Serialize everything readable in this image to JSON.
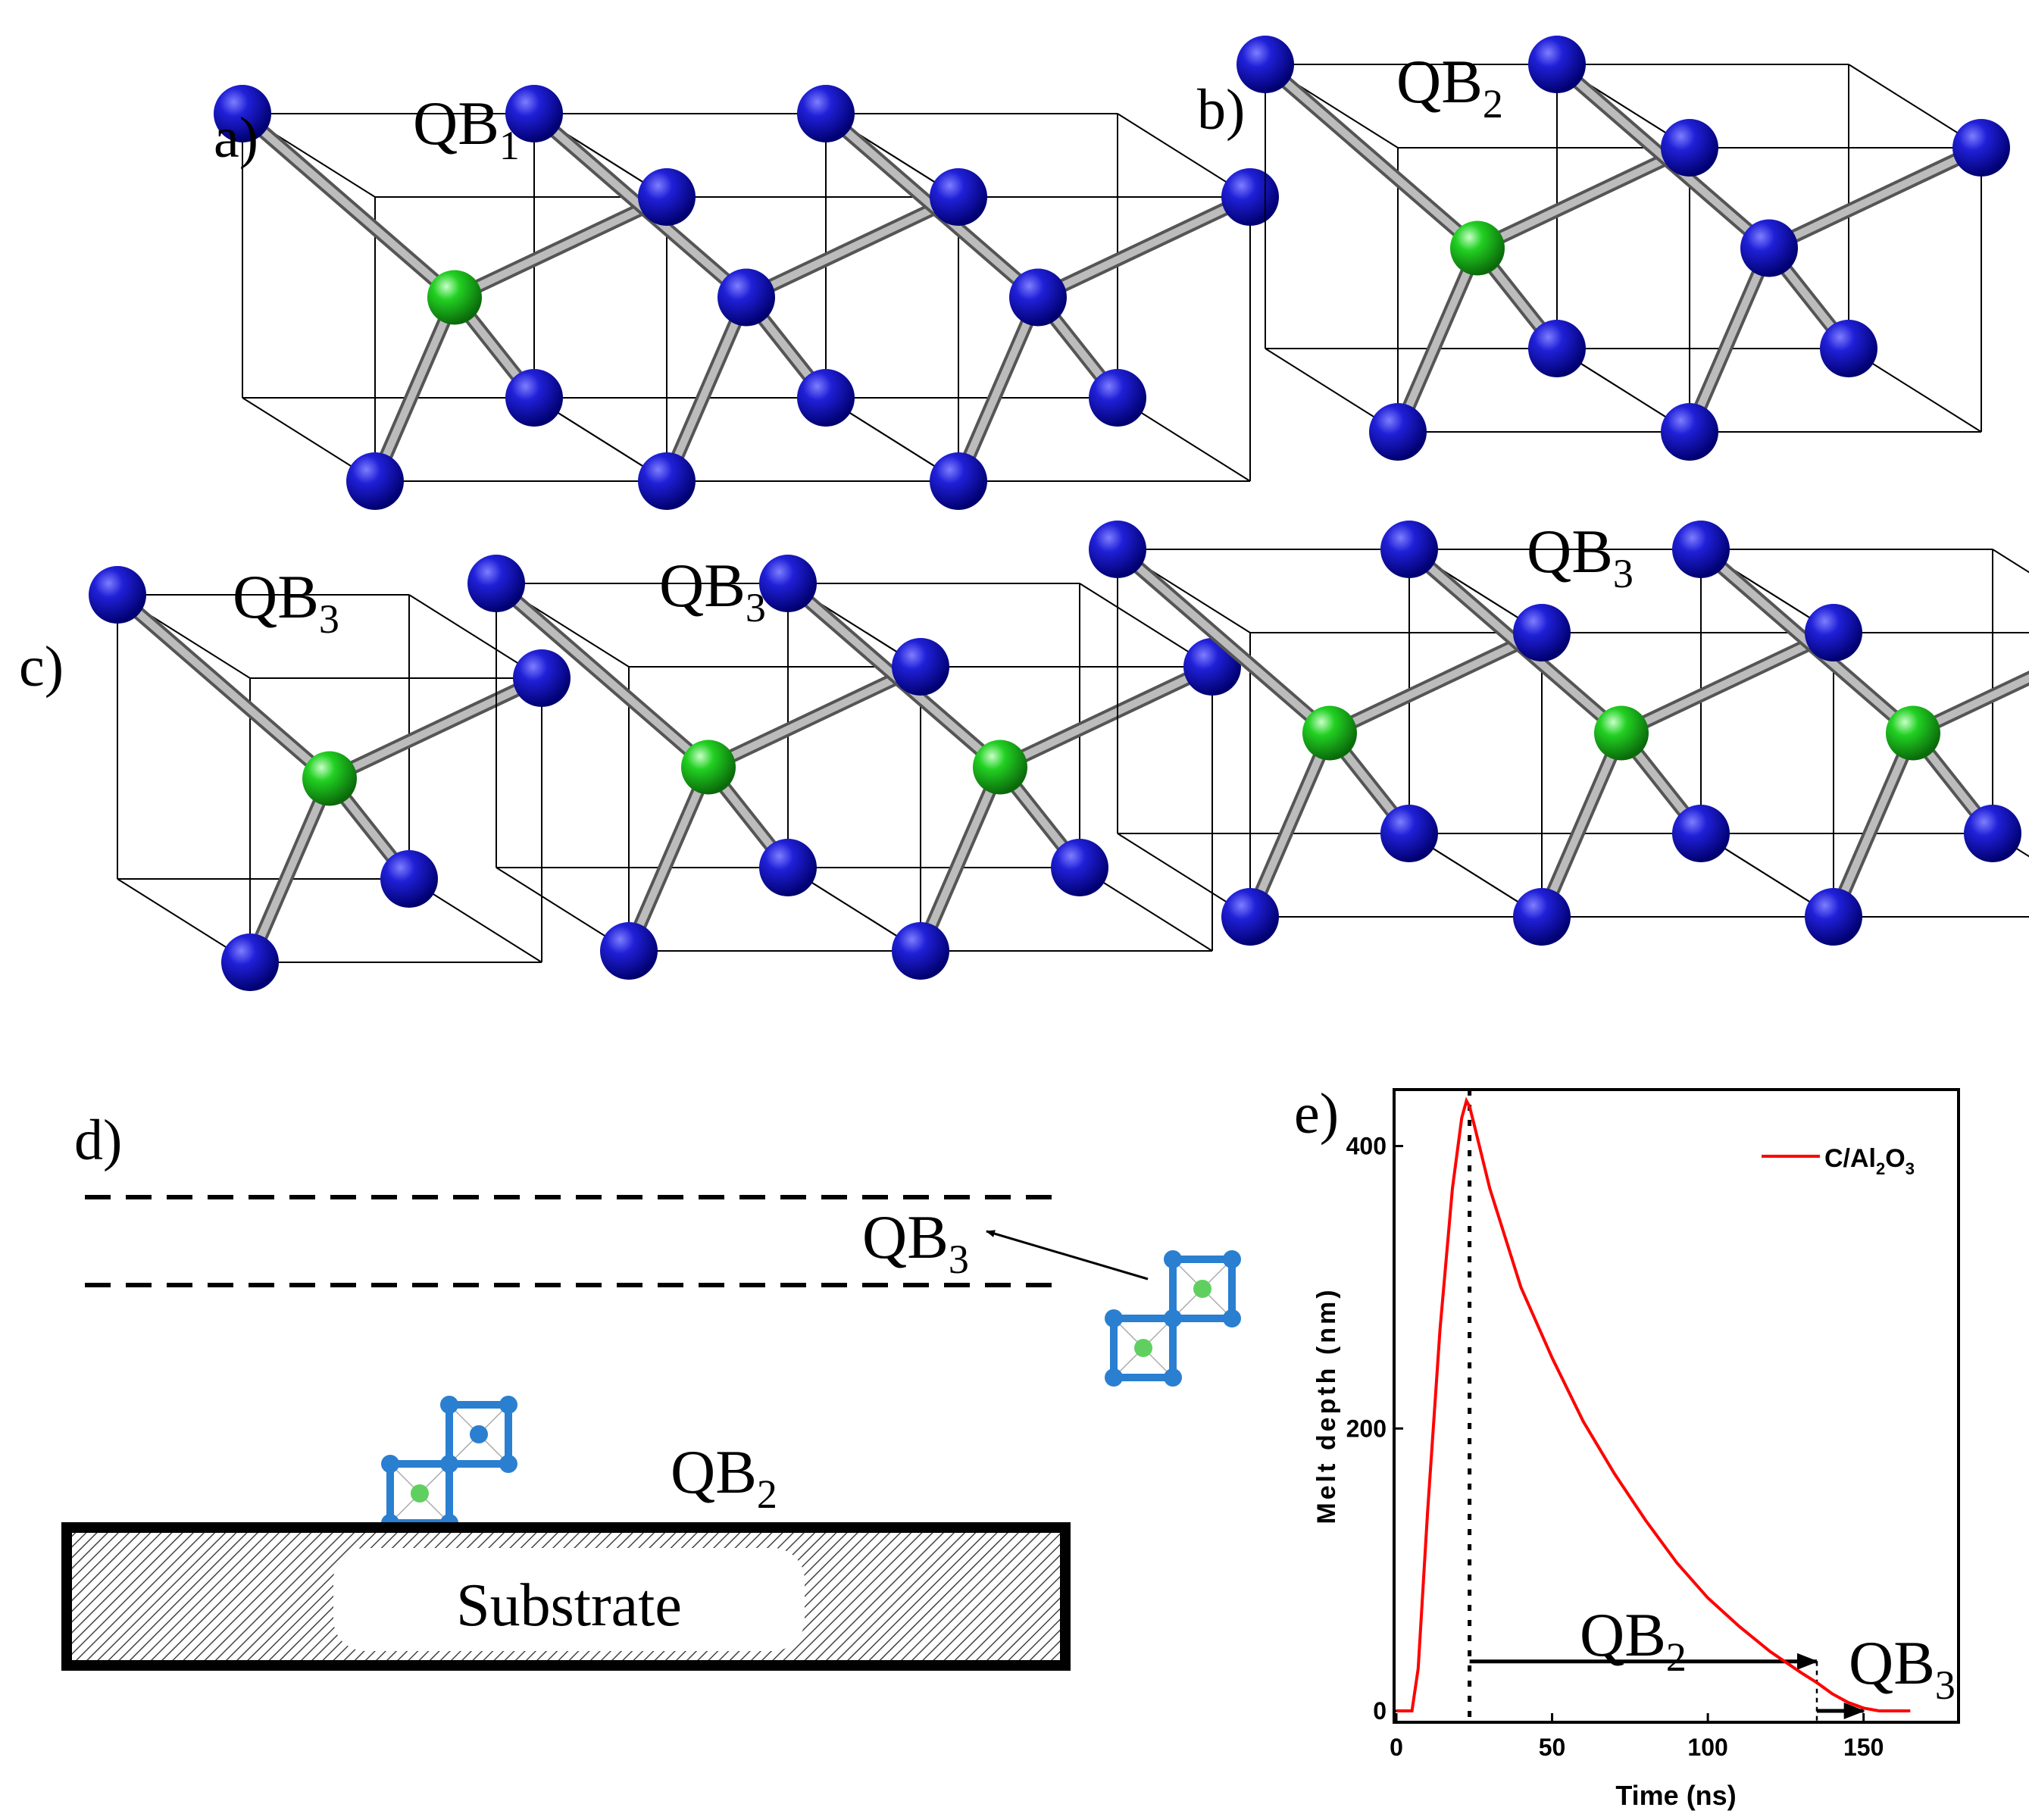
{
  "colors": {
    "blue_atom": "#1010b8",
    "green_atom": "#22cc22",
    "bond": "#9a9a9a",
    "cube_line": "#000000",
    "curve": "#ff0000",
    "lattice_blue": "#2a7fd0",
    "lattice_green": "#5fd05f"
  },
  "panel_a": {
    "letter": "a)",
    "title_base": "QB",
    "title_sub": "1"
  },
  "panel_b": {
    "letter": "b)",
    "title_base": "QB",
    "title_sub": "2"
  },
  "panel_c": {
    "letter": "c)",
    "titles": [
      {
        "base": "QB",
        "sub": "3"
      },
      {
        "base": "QB",
        "sub": "3"
      },
      {
        "base": "QB",
        "sub": "3"
      }
    ]
  },
  "panel_d": {
    "letter": "d)",
    "qb3": {
      "base": "QB",
      "sub": "3"
    },
    "qb2": {
      "base": "QB",
      "sub": "2"
    },
    "substrate": "Substrate"
  },
  "panel_e": {
    "letter": "e)",
    "qb2": {
      "base": "QB",
      "sub": "2"
    },
    "qb3": {
      "base": "QB",
      "sub": "3"
    }
  },
  "chart_data": {
    "type": "line",
    "xlabel": "Time (ns)",
    "ylabel": "Melt depth (nm)",
    "xlim": [
      0,
      180
    ],
    "ylim": [
      0,
      440
    ],
    "xticks": [
      "0",
      "50",
      "100",
      "150"
    ],
    "yticks": [
      "0",
      "200",
      "400"
    ],
    "legend": {
      "position": "top-right",
      "entries": [
        {
          "pre": "C/Al",
          "s1": "2",
          "mid": "O",
          "s2": "3"
        }
      ]
    },
    "series": [
      {
        "name": "C/Al2O3",
        "x": [
          0,
          5,
          7,
          10,
          14,
          18,
          21,
          22.5,
          23.5,
          25,
          30,
          40,
          50,
          60,
          70,
          80,
          90,
          100,
          110,
          120,
          130,
          135,
          140,
          145,
          150,
          155,
          165
        ],
        "y": [
          0,
          0,
          30,
          140,
          270,
          370,
          420,
          432,
          428,
          415,
          370,
          300,
          250,
          205,
          168,
          135,
          105,
          80,
          60,
          42,
          27,
          20,
          12,
          6,
          2,
          0,
          0
        ]
      }
    ],
    "markers": {
      "peak_time": 23.5,
      "end_time": 135,
      "end_depth": 35,
      "arrow_end": 150
    }
  }
}
